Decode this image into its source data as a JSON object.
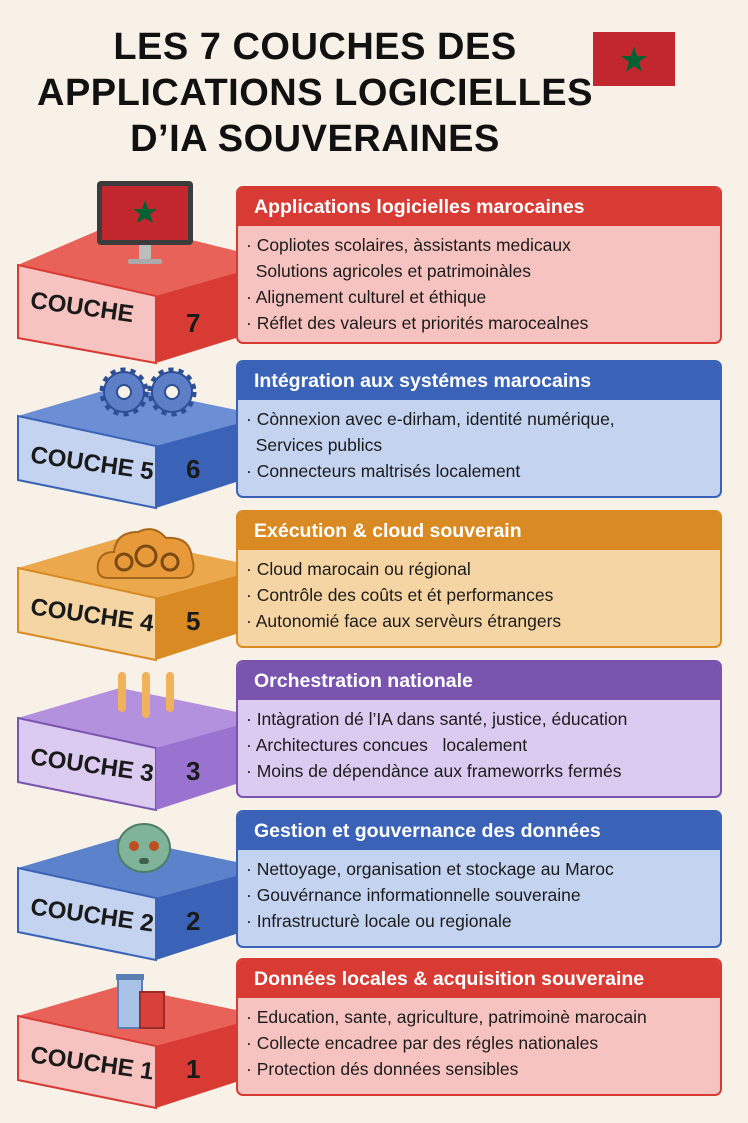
{
  "title_lines": [
    "LES 7 COUCHES DES",
    "APPLICATIONS LOGICIELLES",
    "D’IA SOUVERAINES"
  ],
  "colors": {
    "red": "#d83b34",
    "red_light": "#f7c3c0",
    "blue": "#3a63b8",
    "blue_light": "#c3d3f0",
    "orange": "#d98a22",
    "orange_light": "#f6d5a4",
    "purple": "#7a55b0",
    "purple_light": "#dccbf0",
    "flag_red": "#c1272d",
    "flag_green": "#006233"
  },
  "layers": [
    {
      "label": "COUCHE",
      "number": "7",
      "heading": "Applications logicielles marocaines",
      "icon": "monitor-flag-icon",
      "bullets": [
        "· Copliotes scolaires, àssistants medicaux",
        "  Solutions agricoles et patrimoinàles",
        "· Alignement culturel et éthique",
        "· Réflet des valeurs et priorités marocealnes"
      ]
    },
    {
      "label": "COUCHE 5",
      "number": "6",
      "heading": "Intégration aux systémes marocains",
      "icon": "gears-icon",
      "bullets": [
        "· Cònnexion avec e-dirham, identité numérique,",
        "  Services publics",
        "· Connecteurs maltrisés localement"
      ]
    },
    {
      "label": "COUCHE 4",
      "number": "5",
      "heading": "Exécution & cloud souverain",
      "icon": "cloud-gears-icon",
      "bullets": [
        "· Cloud marocain ou régional",
        "· Contrôle des coûts et ét performances",
        "· Autonomié face aux servèurs étrangers"
      ]
    },
    {
      "label": "COUCHE 3",
      "number": "3",
      "heading": "Orchestration nationale",
      "icon": "pillars-icon",
      "bullets": [
        "· Intàgration dé l’IA dans santé, justice, éducation",
        "· Architectures concues   localement",
        "· Moins de dépendànce aux frameworrks fermés"
      ]
    },
    {
      "label": "COUCHE 2",
      "number": "2",
      "heading": "Gestion et gouvernance des données",
      "icon": "robot-icon",
      "bullets": [
        "· Nettoyage, organisation et stockage au Maroc",
        "· Gouvérnance informationnelle souveraine",
        "· Infrastructurè locale ou regionale"
      ]
    },
    {
      "label": "COUCHE 1",
      "number": "1",
      "heading": "Données locales & acquisition souveraine",
      "icon": "buildings-icon",
      "bullets": [
        "· Education, sante, agriculture, patrimoinè marocain",
        "· Collecte encadree par des régles nationales",
        "· Protection dés données sensibles"
      ]
    }
  ]
}
